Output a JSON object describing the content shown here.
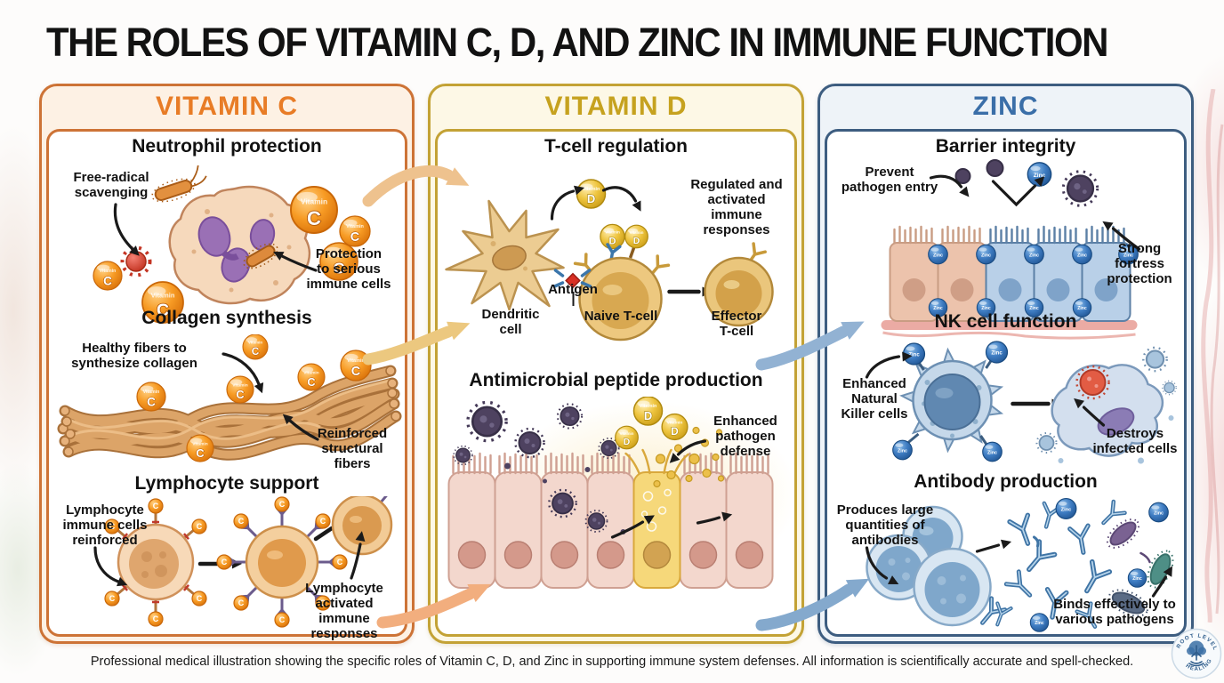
{
  "title": "THE ROLES OF VITAMIN C, D, AND ZINC IN IMMUNE FUNCTION",
  "footer": "Professional medical illustration showing the specific roles of Vitamin C, D, and Zinc in supporting immune system defenses. All information is scientifically accurate and spell-checked.",
  "logo": {
    "arc_top": "ROOT LEVEL",
    "arc_bottom": "HEALING"
  },
  "tokens": {
    "vitamin_word": "Vitamin",
    "c": "C",
    "d": "D",
    "zinc": "Zinc"
  },
  "colors": {
    "vitamin_c_accent": "#e87c26",
    "vitamin_d_accent": "#c6a21f",
    "zinc_accent": "#3a6ea8",
    "title_color": "#121212"
  },
  "panels": {
    "vitamin_c": {
      "title": "VITAMIN C",
      "sections": [
        {
          "title": "Neutrophil protection",
          "labels": [
            "Free-radical\nscavenging",
            "Protection\nto serious\nimmune cells"
          ]
        },
        {
          "title": "Collagen synthesis",
          "labels": [
            "Healthy fibers to\nsynthesize collagen",
            "Reinforced\nstructural fibers"
          ]
        },
        {
          "title": "Lymphocyte support",
          "labels": [
            "Lymphocyte\nimmune cells\nreinforced",
            "Lymphocyte\nactivated\nimmune responses"
          ]
        }
      ]
    },
    "vitamin_d": {
      "title": "VITAMIN D",
      "sections": [
        {
          "title": "T-cell regulation",
          "labels": [
            "Regulated and\nactivated immune\nresponses",
            "Antigen",
            "Dendritic\ncell",
            "Naive T-cell",
            "Effector\nT-cell"
          ]
        },
        {
          "title": "Antimicrobial peptide production",
          "labels": [
            "Enhanced\npathogen\ndefense"
          ]
        }
      ]
    },
    "zinc": {
      "title": "ZINC",
      "sections": [
        {
          "title": "Barrier integrity",
          "labels": [
            "Prevent\npathogen entry",
            "Strong\nfortress\nprotection"
          ]
        },
        {
          "title": "NK cell function",
          "labels": [
            "Enhanced\nNatural\nKiller cells",
            "Destroys\ninfected cells"
          ]
        },
        {
          "title": "Antibody production",
          "labels": [
            "Produces large\nquantities of\nantibodies",
            "Binds effectively to\nvarious pathogens"
          ]
        }
      ]
    }
  }
}
